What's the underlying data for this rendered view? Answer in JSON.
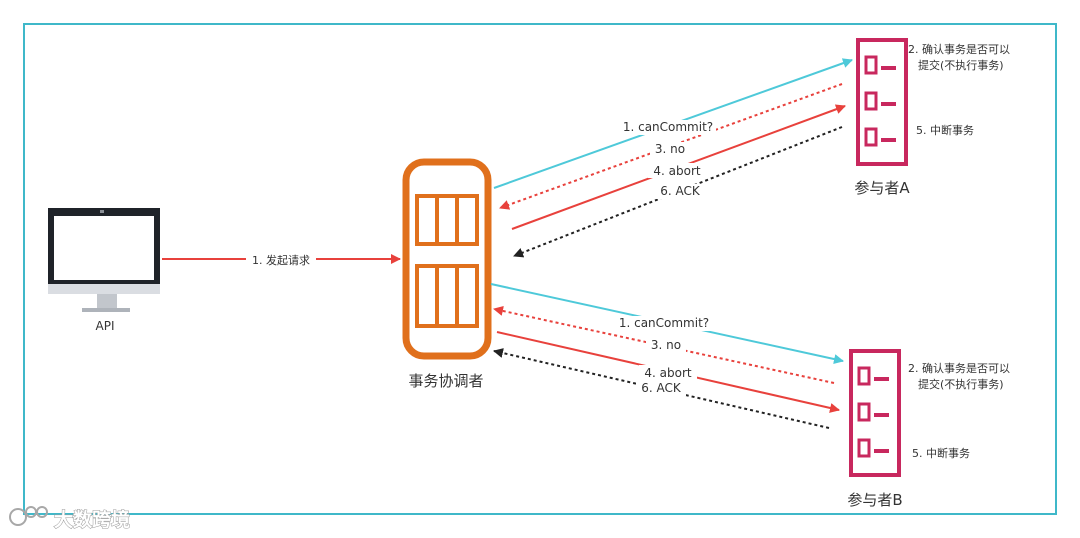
{
  "api": {
    "label": "API"
  },
  "coordinator": {
    "label": "事务协调者"
  },
  "participant_a": {
    "label": "参与者A",
    "note_line1": "2. 确认事务是否可以",
    "note_line2": "提交(不执行事务)",
    "note_abort": "5. 中断事务"
  },
  "participant_b": {
    "label": "参与者B",
    "note_line1": "2. 确认事务是否可以",
    "note_line2": "提交(不执行事务)",
    "note_abort": "5. 中断事务"
  },
  "messages": {
    "request": "1. 发起请求",
    "a_can_commit": "1. canCommit?",
    "a_no": "3. no",
    "a_abort": "4. abort",
    "a_ack": "6. ACK",
    "b_can_commit": "1. canCommit?",
    "b_no": "3. no",
    "b_abort": "4. abort",
    "b_ack": "6. ACK"
  },
  "watermark": {
    "text": "大数跨境"
  },
  "colors": {
    "frame": "#3fb8c9",
    "cyan_arrow": "#4ec9d9",
    "red_arrow": "#e8413c",
    "black_arrow": "#222222",
    "coordinator": "#e0701c",
    "participant": "#c8285e",
    "monitor": "#1f2329"
  }
}
